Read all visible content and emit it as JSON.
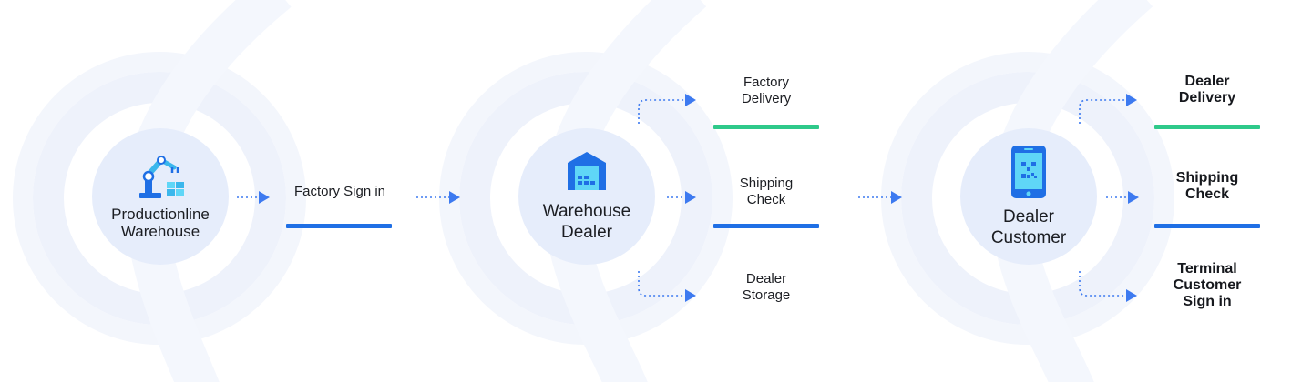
{
  "colors": {
    "accent_blue": "#1f6fe5",
    "accent_green": "#2ec98a",
    "arrow_blue": "#3d7af0",
    "node_fill": "#e6edfb",
    "ring_light": "#edf1fb"
  },
  "nodes": {
    "production": {
      "label": "Productionline\nWarehouse",
      "icon": "robot-arm-icon"
    },
    "warehouse": {
      "label": "Warehouse\nDealer",
      "icon": "warehouse-icon"
    },
    "dealer": {
      "label": "Dealer\nCustomer",
      "icon": "smartphone-qr-icon"
    }
  },
  "steps": {
    "factory_sign_in": "Factory Sign in",
    "factory_delivery": "Factory\nDelivery",
    "shipping_check_1": "Shipping\nCheck",
    "dealer_storage": "Dealer\nStorage",
    "dealer_delivery": "Dealer\nDelivery",
    "shipping_check_2": "Shipping\nCheck",
    "terminal_sign_in": "Terminal\nCustomer\nSign in"
  }
}
